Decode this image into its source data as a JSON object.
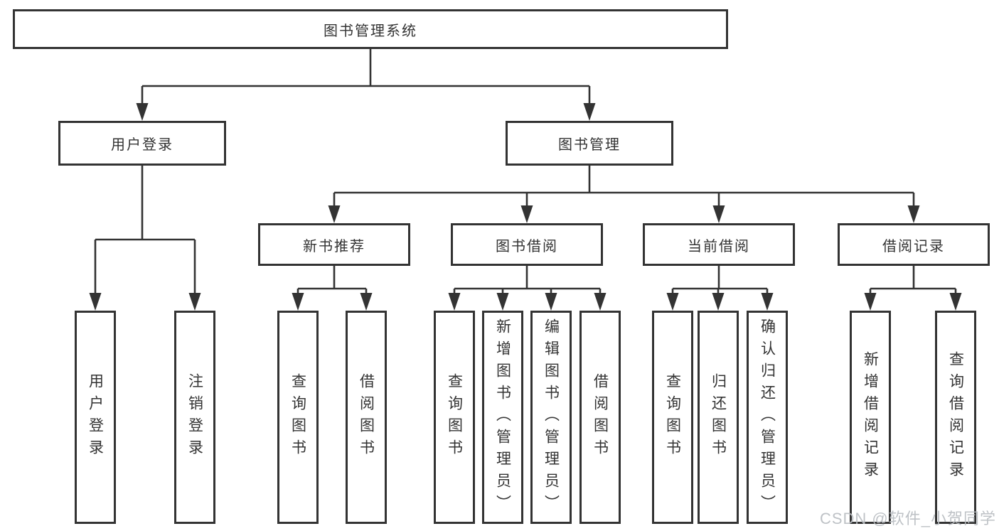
{
  "diagram": {
    "root": {
      "label": "图书管理系统"
    },
    "user_login": {
      "label": "用户登录",
      "children": {
        "login": "用户登录",
        "logout": "注销登录"
      }
    },
    "book_mgmt": {
      "label": "图书管理"
    },
    "new_book": {
      "label": "新书推荐",
      "children": {
        "query": "查询图书",
        "borrow": "借阅图书"
      }
    },
    "borrow": {
      "label": "图书借阅",
      "children": {
        "query": "查询图书",
        "add": "新增图书（管理员）",
        "edit": "编辑图书（管理员）",
        "borrow": "借阅图书"
      }
    },
    "current": {
      "label": "当前借阅",
      "children": {
        "query": "查询图书",
        "return": "归还图书",
        "confirm": "确认归还（管理员）"
      }
    },
    "records": {
      "label": "借阅记录",
      "children": {
        "add": "新增借阅记录",
        "query": "查询借阅记录"
      }
    },
    "watermark": "CSDN @软件_小贺同学",
    "colors": {
      "line": "#333333",
      "border": "#333333",
      "text": "#333333",
      "watermark": "#b9bdc2",
      "background": "#ffffff"
    }
  }
}
